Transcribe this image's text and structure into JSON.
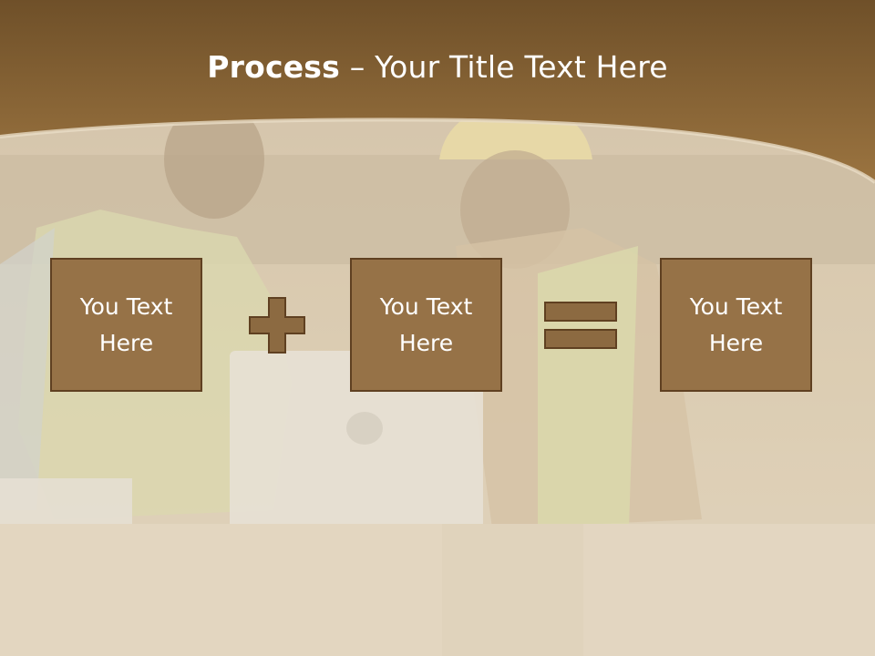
{
  "slide": {
    "title_bold": "Process",
    "title_dash": " – ",
    "title_rest": "Your Title Text Here",
    "boxes": [
      {
        "text": "You Text\nHere"
      },
      {
        "text": "You Text\nHere"
      },
      {
        "text": "You Text\nHere"
      }
    ],
    "operators": [
      "plus-icon",
      "equals-icon"
    ]
  },
  "colors": {
    "header_brown": "#8a6435",
    "box_fill": "#967247",
    "box_border": "#5f4021",
    "operator_fill": "#8c6a41"
  }
}
